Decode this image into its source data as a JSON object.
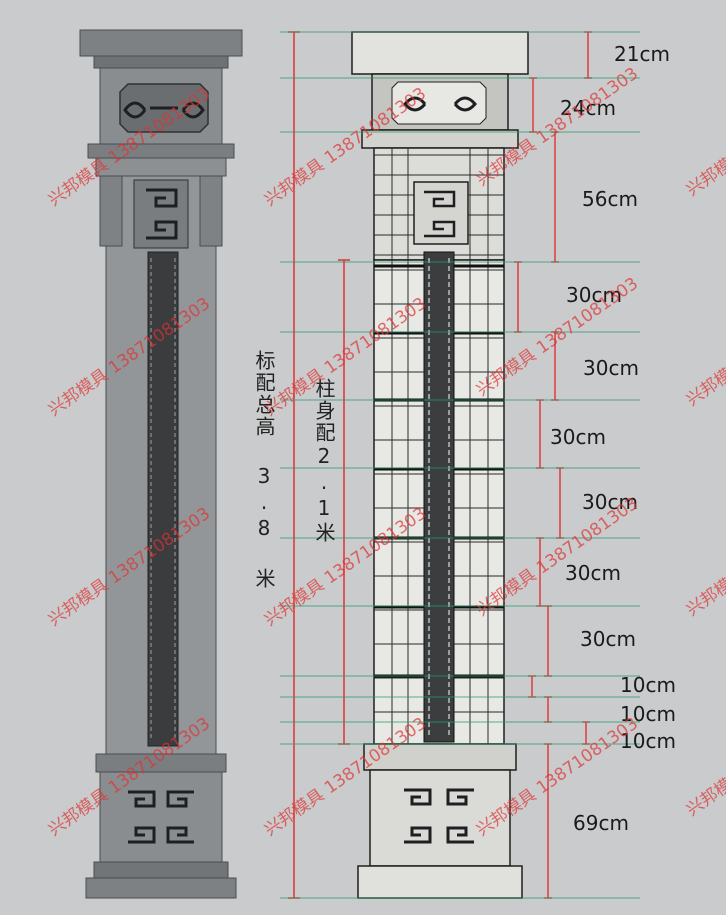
{
  "dimensions": [
    {
      "label": "21cm"
    },
    {
      "label": "24cm"
    },
    {
      "label": "56cm"
    },
    {
      "label": "30cm"
    },
    {
      "label": "30cm"
    },
    {
      "label": "30cm"
    },
    {
      "label": "30cm"
    },
    {
      "label": "30cm"
    },
    {
      "label": "30cm"
    },
    {
      "label": "10cm"
    },
    {
      "label": "10cm"
    },
    {
      "label": "10cm"
    },
    {
      "label": "69cm"
    }
  ],
  "total_height_label": "标配总高 3.8 米",
  "shaft_label": "柱身配2.1米",
  "watermark": "兴邦模具 13871081303",
  "colors": {
    "dim_line": "#e03232",
    "guide_line": "#2a9a6a",
    "stone": "#8f9294",
    "stone_dark": "#5f6264",
    "pattern": "#2b2b2b",
    "grid": "#1f1f1f"
  }
}
